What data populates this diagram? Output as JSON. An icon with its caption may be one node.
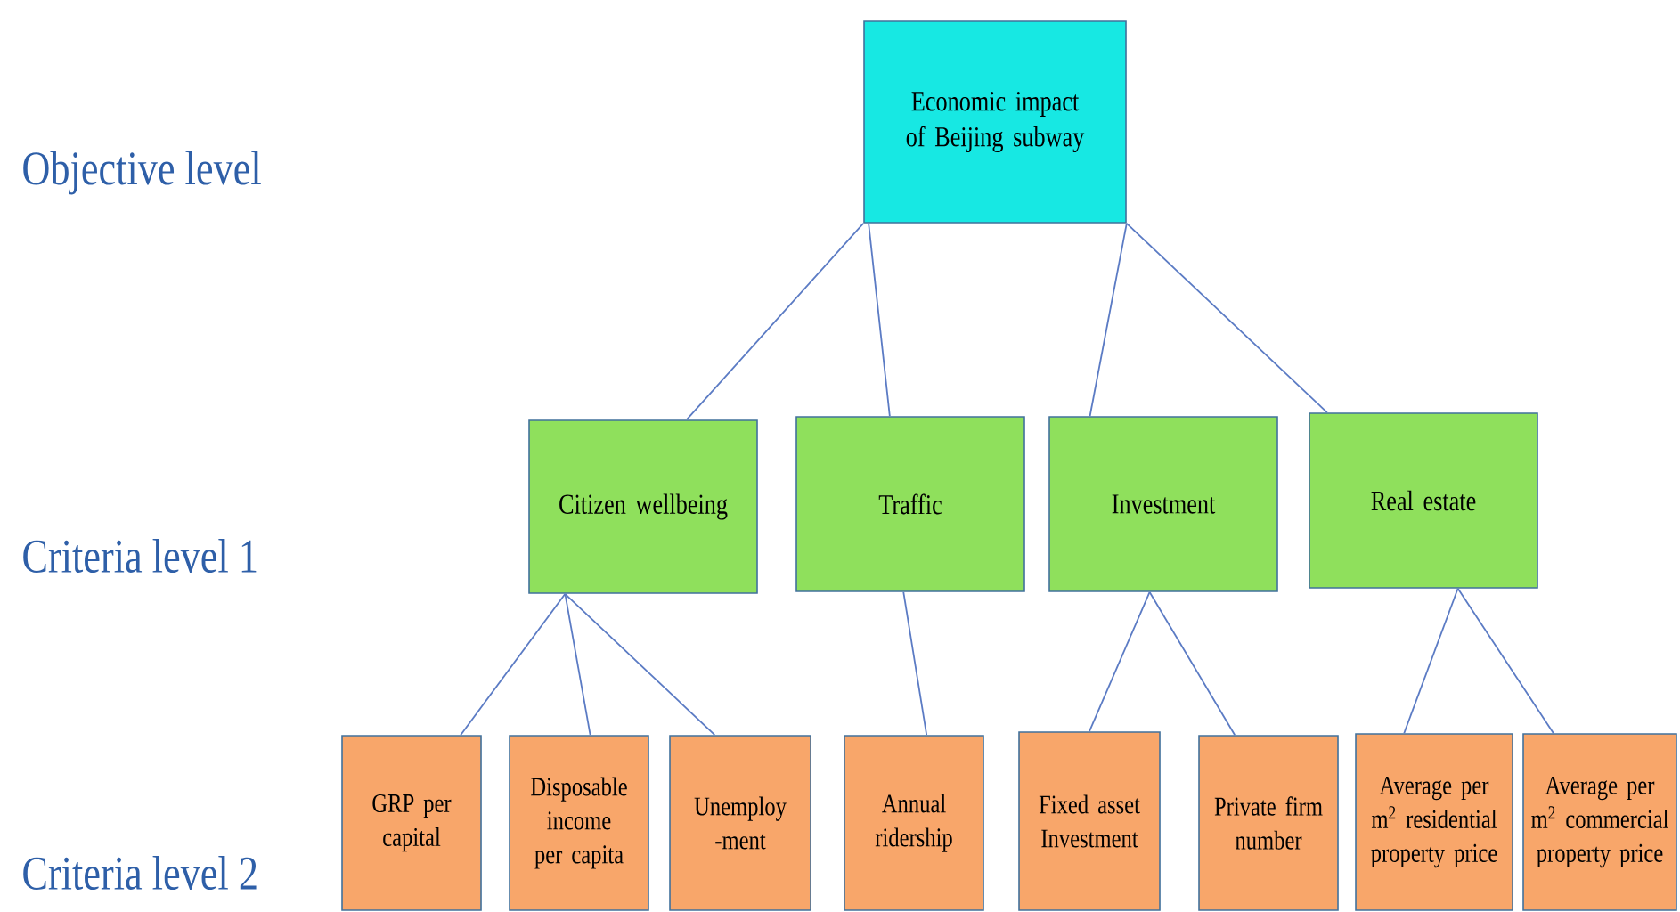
{
  "diagram": {
    "nodes": [
      {
        "text": [
          "Economic impact of Beijing subway"
        ]
      },
      {
        "text": [
          "Citizen wellbeing"
        ]
      },
      {
        "text": [
          "Traffic"
        ]
      },
      {
        "text": [
          "Investment"
        ]
      },
      {
        "text": [
          "Real estate"
        ]
      },
      {
        "text": [
          "GRP per capital"
        ]
      },
      {
        "text": [
          "Disposable income per capita"
        ]
      },
      {
        "text": [
          "Unemploy -ment"
        ]
      },
      {
        "text": [
          "Annual ridership"
        ]
      },
      {
        "text": [
          "Fixed asset Investment"
        ]
      },
      {
        "text": [
          "Private firm number"
        ]
      },
      {
        "text": [
          "Average per m$^{2}$ residential property price"
        ]
      },
      {
        "text": [
          "Average per m$^{2}$ commercial property price"
        ]
      }
    ],
    "edges": [
      {
        "from": 0,
        "to": 1,
        "arrow": "none"
      },
      {
        "from": 0,
        "to": 2,
        "arrow": "none"
      },
      {
        "from": 0,
        "to": 3,
        "arrow": "none"
      },
      {
        "from": 0,
        "to": 4,
        "arrow": "none"
      },
      {
        "from": 1,
        "to": 5,
        "arrow": "none"
      },
      {
        "from": 1,
        "to": 6,
        "arrow": "none"
      },
      {
        "from": 1,
        "to": 7,
        "arrow": "none"
      },
      {
        "from": 2,
        "to": 8,
        "arrow": "none"
      },
      {
        "from": 3,
        "to": 9,
        "arrow": "none"
      },
      {
        "from": 3,
        "to": 10,
        "arrow": "none"
      },
      {
        "from": 4,
        "to": 11,
        "arrow": "none"
      },
      {
        "from": 4,
        "to": 12,
        "arrow": "none"
      }
    ],
    "labels": [
      "Objective level",
      "Criteria level 1",
      "Criteria level 2"
    ]
  }
}
